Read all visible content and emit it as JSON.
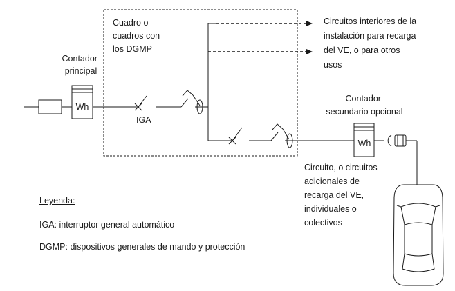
{
  "panel_label": [
    "Cuadro o",
    "cuadros con",
    "los DGMP"
  ],
  "main_meter_label": [
    "Contador",
    "principal"
  ],
  "main_meter_text": "Wh",
  "iga_label": "IGA",
  "interior_circuits_label": [
    "Circuitos interiores de la",
    "instalación para recarga",
    "del VE, o para otros",
    "usos"
  ],
  "secondary_meter_label": [
    "Contador",
    "secundario opcional"
  ],
  "secondary_meter_text": "Wh",
  "ev_circuits_label": [
    "Circuito, o circuitos",
    "adicionales de",
    "recarga del VE,",
    "individuales o",
    "colectivos"
  ],
  "legend": {
    "title": "Leyenda:",
    "items": [
      "IGA: interruptor general automático",
      "DGMP: dispositivos generales de mando y protección"
    ]
  }
}
